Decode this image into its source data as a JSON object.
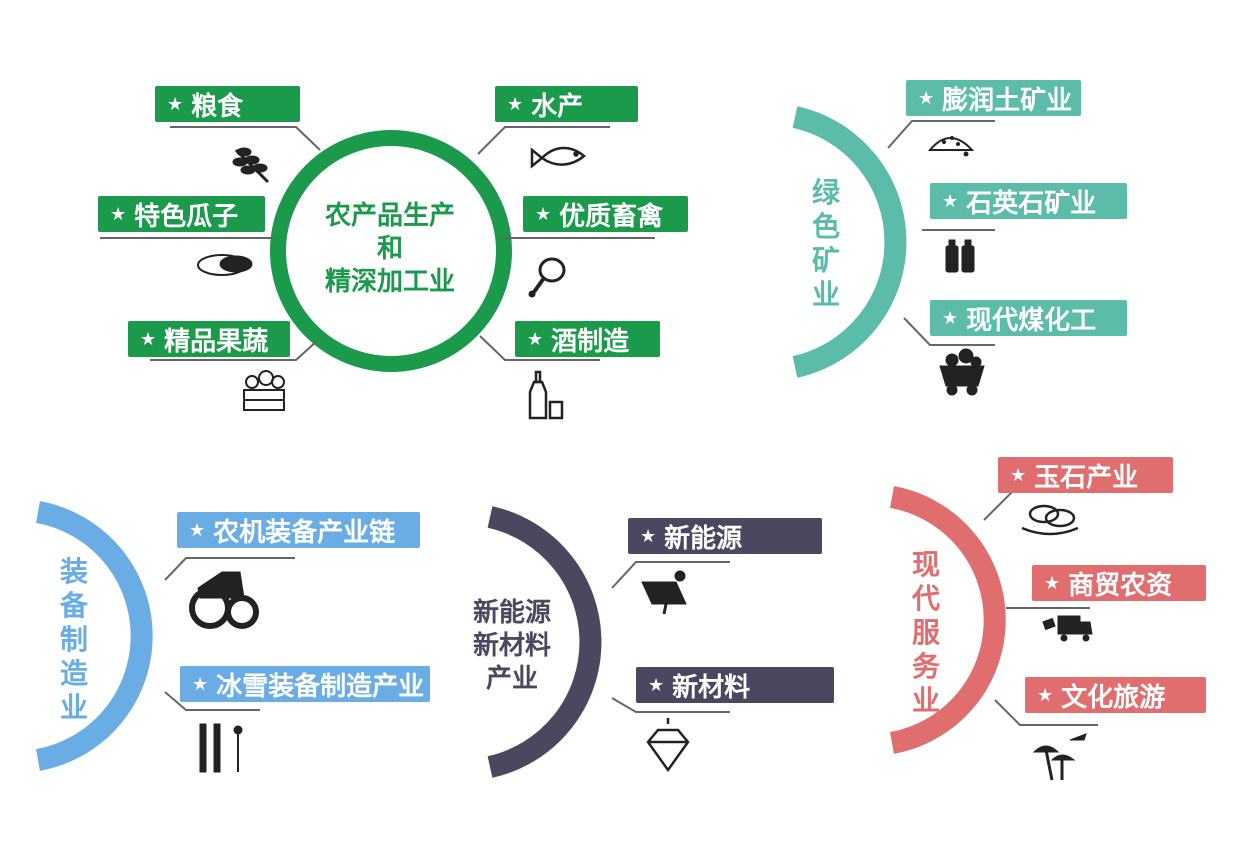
{
  "colors": {
    "agri": "#1a9a4a",
    "mining": "#5cbcaa",
    "equip": "#6aade4",
    "energy": "#4a475e",
    "service": "#e06e6e",
    "line": "#666666",
    "icon": "#222222"
  },
  "groups": {
    "agri": {
      "center_lines": [
        "农产品生产",
        "和",
        "精深加工业"
      ],
      "items": [
        {
          "label": "粮食",
          "icon": "wheat-icon"
        },
        {
          "label": "特色瓜子",
          "icon": "seed-icon"
        },
        {
          "label": "精品果蔬",
          "icon": "vegetable-crate-icon"
        },
        {
          "label": "水产",
          "icon": "fish-icon"
        },
        {
          "label": "优质畜禽",
          "icon": "meat-leg-icon"
        },
        {
          "label": "酒制造",
          "icon": "bottle-glass-icon"
        }
      ]
    },
    "mining": {
      "title_chars": [
        "绿",
        "色",
        "矿",
        "业"
      ],
      "items": [
        {
          "label": "膨润土矿业",
          "icon": "powder-pile-icon"
        },
        {
          "label": "石英石矿业",
          "icon": "quartz-bottles-icon"
        },
        {
          "label": "现代煤化工",
          "icon": "coal-cart-icon"
        }
      ]
    },
    "equip": {
      "title_chars": [
        "装",
        "备",
        "制",
        "造",
        "业"
      ],
      "items": [
        {
          "label": "农机装备产业链",
          "icon": "tractor-icon"
        },
        {
          "label": "冰雪装备制造产业",
          "icon": "ski-icon"
        }
      ]
    },
    "energy": {
      "center_lines": [
        "新能源",
        "新材料",
        "产业"
      ],
      "items": [
        {
          "label": "新能源",
          "icon": "solar-panel-icon"
        },
        {
          "label": "新材料",
          "icon": "diamond-icon"
        }
      ]
    },
    "service": {
      "title_chars": [
        "现",
        "代",
        "服",
        "务",
        "业"
      ],
      "items": [
        {
          "label": "玉石产业",
          "icon": "jade-ring-icon"
        },
        {
          "label": "商贸农资",
          "icon": "truck-icon"
        },
        {
          "label": "文化旅游",
          "icon": "palm-plane-icon"
        }
      ]
    }
  }
}
